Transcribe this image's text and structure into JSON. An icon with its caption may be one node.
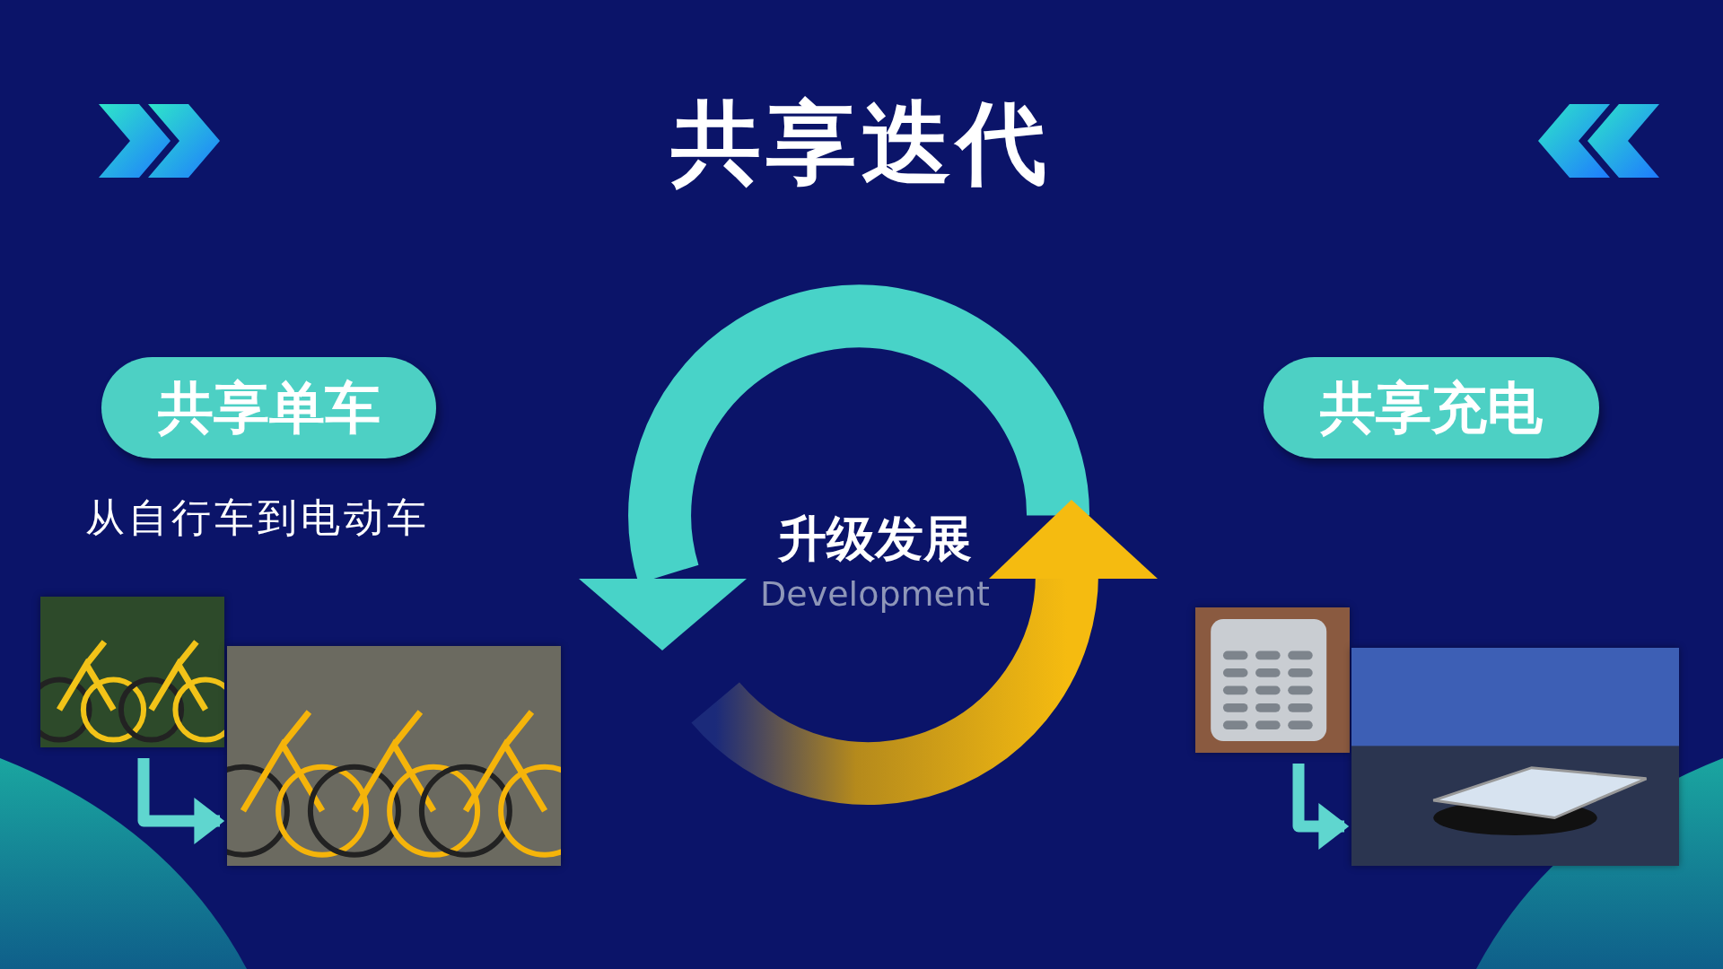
{
  "diagram": {
    "title": "共享迭代",
    "nodes": [
      {
        "text": [
          "共享单车"
        ]
      },
      {
        "text": [
          "共享充电"
        ]
      },
      {
        "text": [],
        "shape": "picture"
      },
      {
        "text": [],
        "shape": "picture"
      },
      {
        "text": [],
        "shape": "picture"
      },
      {
        "text": [],
        "shape": "picture"
      }
    ],
    "edges": [
      {
        "from": 2,
        "to": 3,
        "arrow": "to"
      },
      {
        "from": 4,
        "to": 5,
        "arrow": "to"
      }
    ],
    "labels": [
      "从自行车到电动车",
      "升级发展",
      "Development"
    ]
  }
}
